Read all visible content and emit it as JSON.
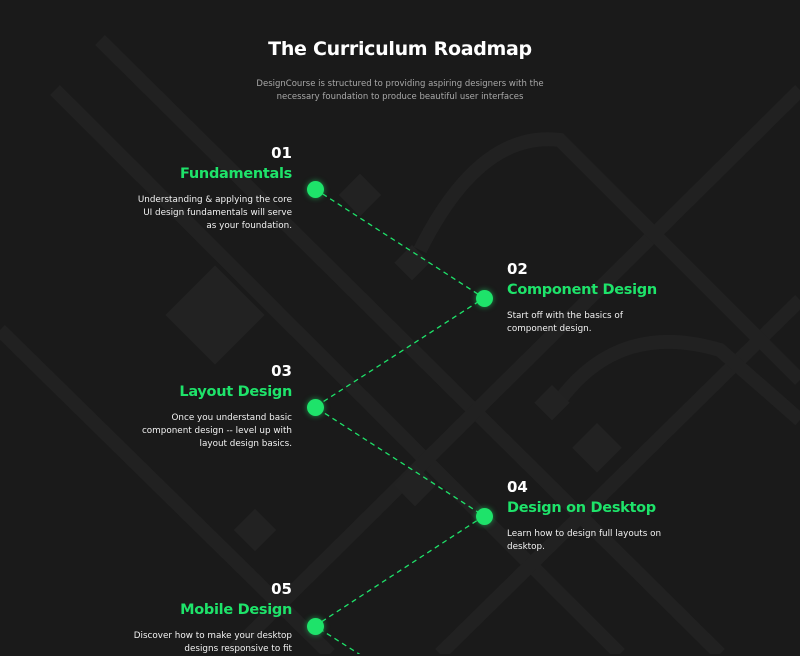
{
  "header": {
    "title": "The Curriculum Roadmap",
    "subtitle": "DesignCourse is structured to providing aspiring designers with the necessary foundation to produce beautiful user interfaces"
  },
  "steps": [
    {
      "number": "01",
      "name": "Fundamentals",
      "description": "Understanding & applying the core UI design fundamentals will serve as your foundation."
    },
    {
      "number": "02",
      "name": "Component Design",
      "description": "Start off with the basics of component design."
    },
    {
      "number": "03",
      "name": "Layout Design",
      "description": "Once you understand basic component design -- level up with layout design basics."
    },
    {
      "number": "04",
      "name": "Design on Desktop",
      "description": "Learn how to design full layouts on desktop."
    },
    {
      "number": "05",
      "name": "Mobile Design",
      "description": "Discover how to make your desktop designs responsive to fit"
    }
  ],
  "colors": {
    "accent": "#1ee36a",
    "background": "#1a1a1a"
  }
}
